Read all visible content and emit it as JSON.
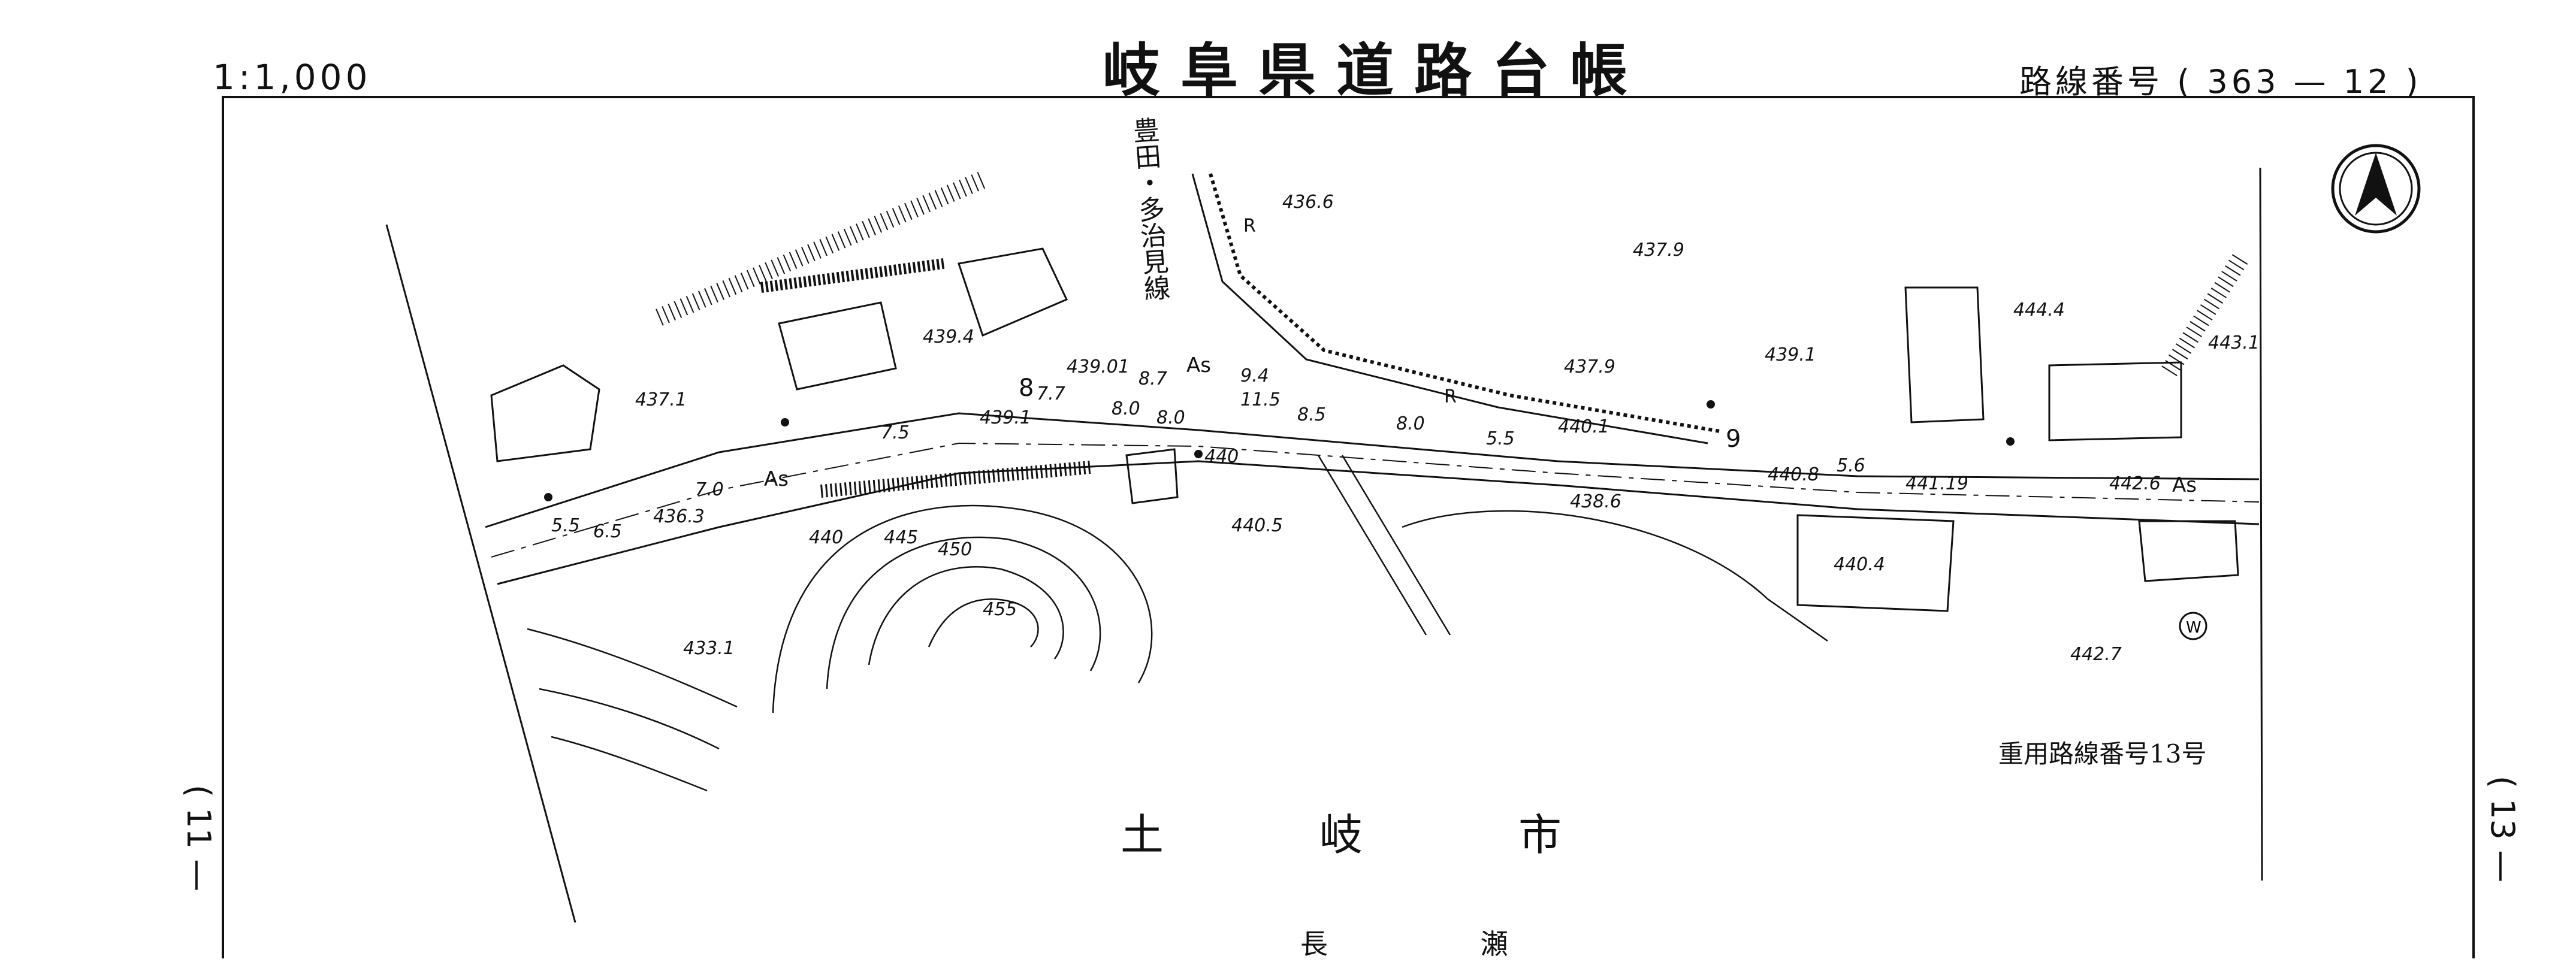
{
  "header": {
    "scale": "1:1,000",
    "title": "岐阜県道路台帳",
    "route_number": "路線番号 ( 363 — 12 )"
  },
  "map": {
    "pref_road_label": "豊田・多治見線",
    "alt_route_label": "重用路線番号13号",
    "city_name": "土岐市",
    "lower_place_name": "長 瀬",
    "surface_label": "As",
    "side_marks": {
      "left": "( 11 —",
      "right": "( 13 —"
    },
    "north_arrow": "north-arrow",
    "elevations": [
      "436.6",
      "437.9",
      "437.9",
      "439.1",
      "444.4",
      "443.1",
      "439.4",
      "439.01",
      "437.1",
      "439.1",
      "436.3",
      "440.1",
      "440.8",
      "441.19",
      "442.6",
      "438.6",
      "440.5",
      "440.4",
      "433.1",
      "442.7"
    ],
    "widths": [
      "7.7",
      "8.0",
      "8.7",
      "8.0",
      "9.4",
      "11.5",
      "8.5",
      "8.0",
      "5.5",
      "7.5",
      "7.0",
      "6.5",
      "5.5",
      "5.6"
    ],
    "station_numbers": [
      "8",
      "9"
    ],
    "contours": [
      "440",
      "445",
      "450",
      "455",
      "440"
    ],
    "road_marks": [
      "R",
      "R"
    ]
  }
}
